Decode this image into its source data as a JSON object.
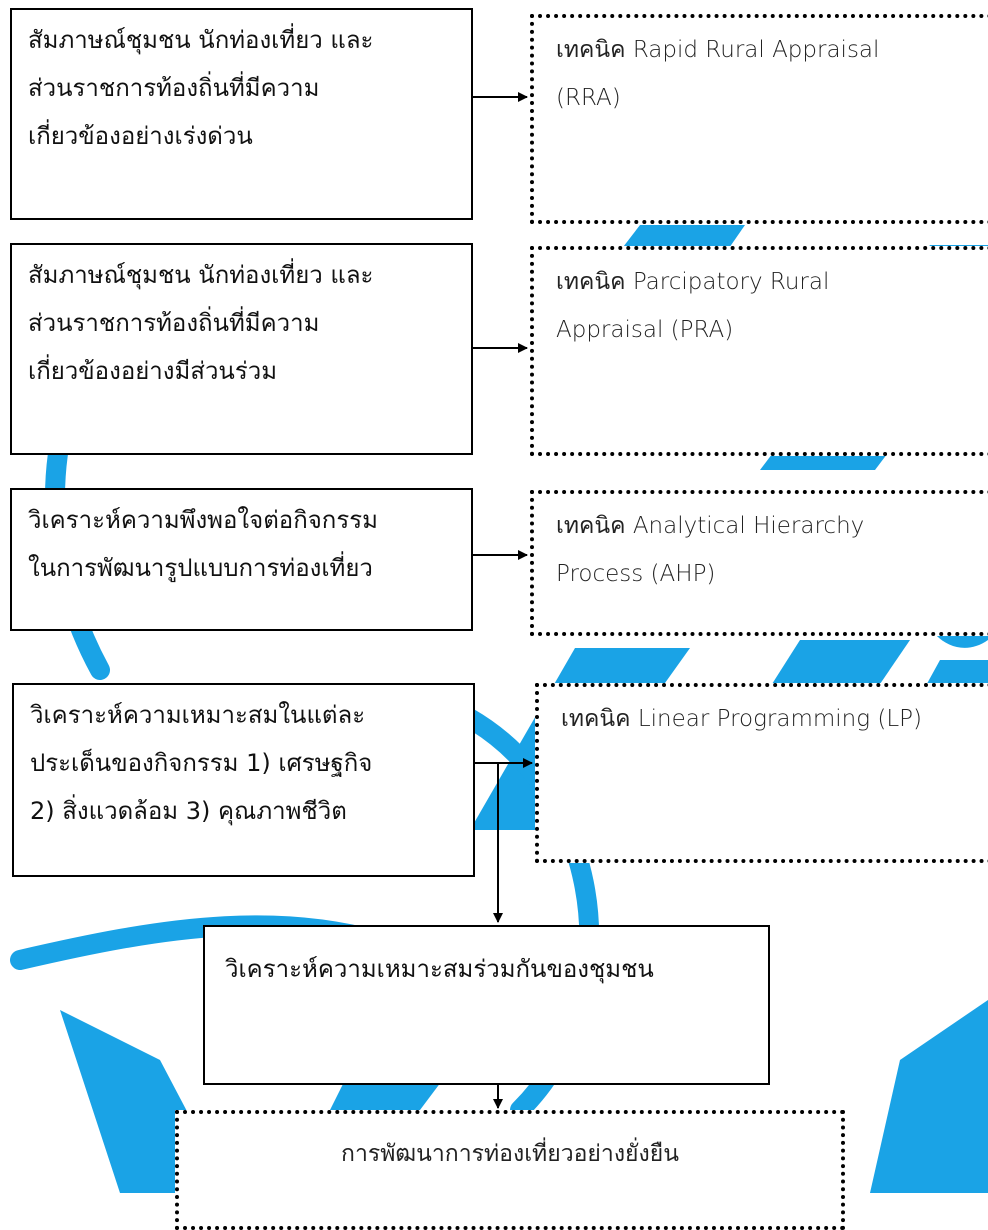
{
  "colors": {
    "watermark": "#1aa3e6",
    "stroke": "#000000"
  },
  "diagram": {
    "input_boxes": [
      {
        "lines": [
          "สัมภาษณ์ชุมชน นักท่องเที่ยว และ",
          "ส่วนราชการท้องถิ่นที่มีความ",
          "เกี่ยวข้องอย่างเร่งด่วน"
        ]
      },
      {
        "lines": [
          "สัมภาษณ์ชุมชน นักท่องเที่ยว และ",
          "ส่วนราชการท้องถิ่นที่มีความ",
          "เกี่ยวข้องอย่างมีส่วนร่วม"
        ]
      },
      {
        "lines": [
          "วิเคราะห์ความพึงพอใจต่อกิจกรรม",
          "ในการพัฒนารูปแบบการท่องเที่ยว"
        ]
      },
      {
        "lines": [
          "วิเคราะห์ความเหมาะสมในแต่ละ",
          "ประเด็นของกิจกรรม 1) เศรษฐกิจ",
          "2) สิ่งแวดล้อม 3) คุณภาพชีวิต"
        ]
      }
    ],
    "technique_boxes": [
      {
        "lines": [
          "เทคนิค Rapid Rural Appraisal",
          "(RRA)"
        ]
      },
      {
        "lines": [
          "เทคนิค Parcipatory Rural",
          "Appraisal (PRA)"
        ]
      },
      {
        "lines": [
          "เทคนิค Analytical Hierarchy",
          "Process (AHP)"
        ]
      },
      {
        "lines": [
          "เทคนิค Linear Programming (LP)"
        ]
      }
    ],
    "combined_box": {
      "lines": [
        "วิเคราะห์ความเหมาะสมร่วมกันของชุมชน"
      ]
    },
    "result_box": {
      "lines": [
        "การพัฒนาการท่องเที่ยวอย่างยั่งยืน"
      ]
    }
  }
}
